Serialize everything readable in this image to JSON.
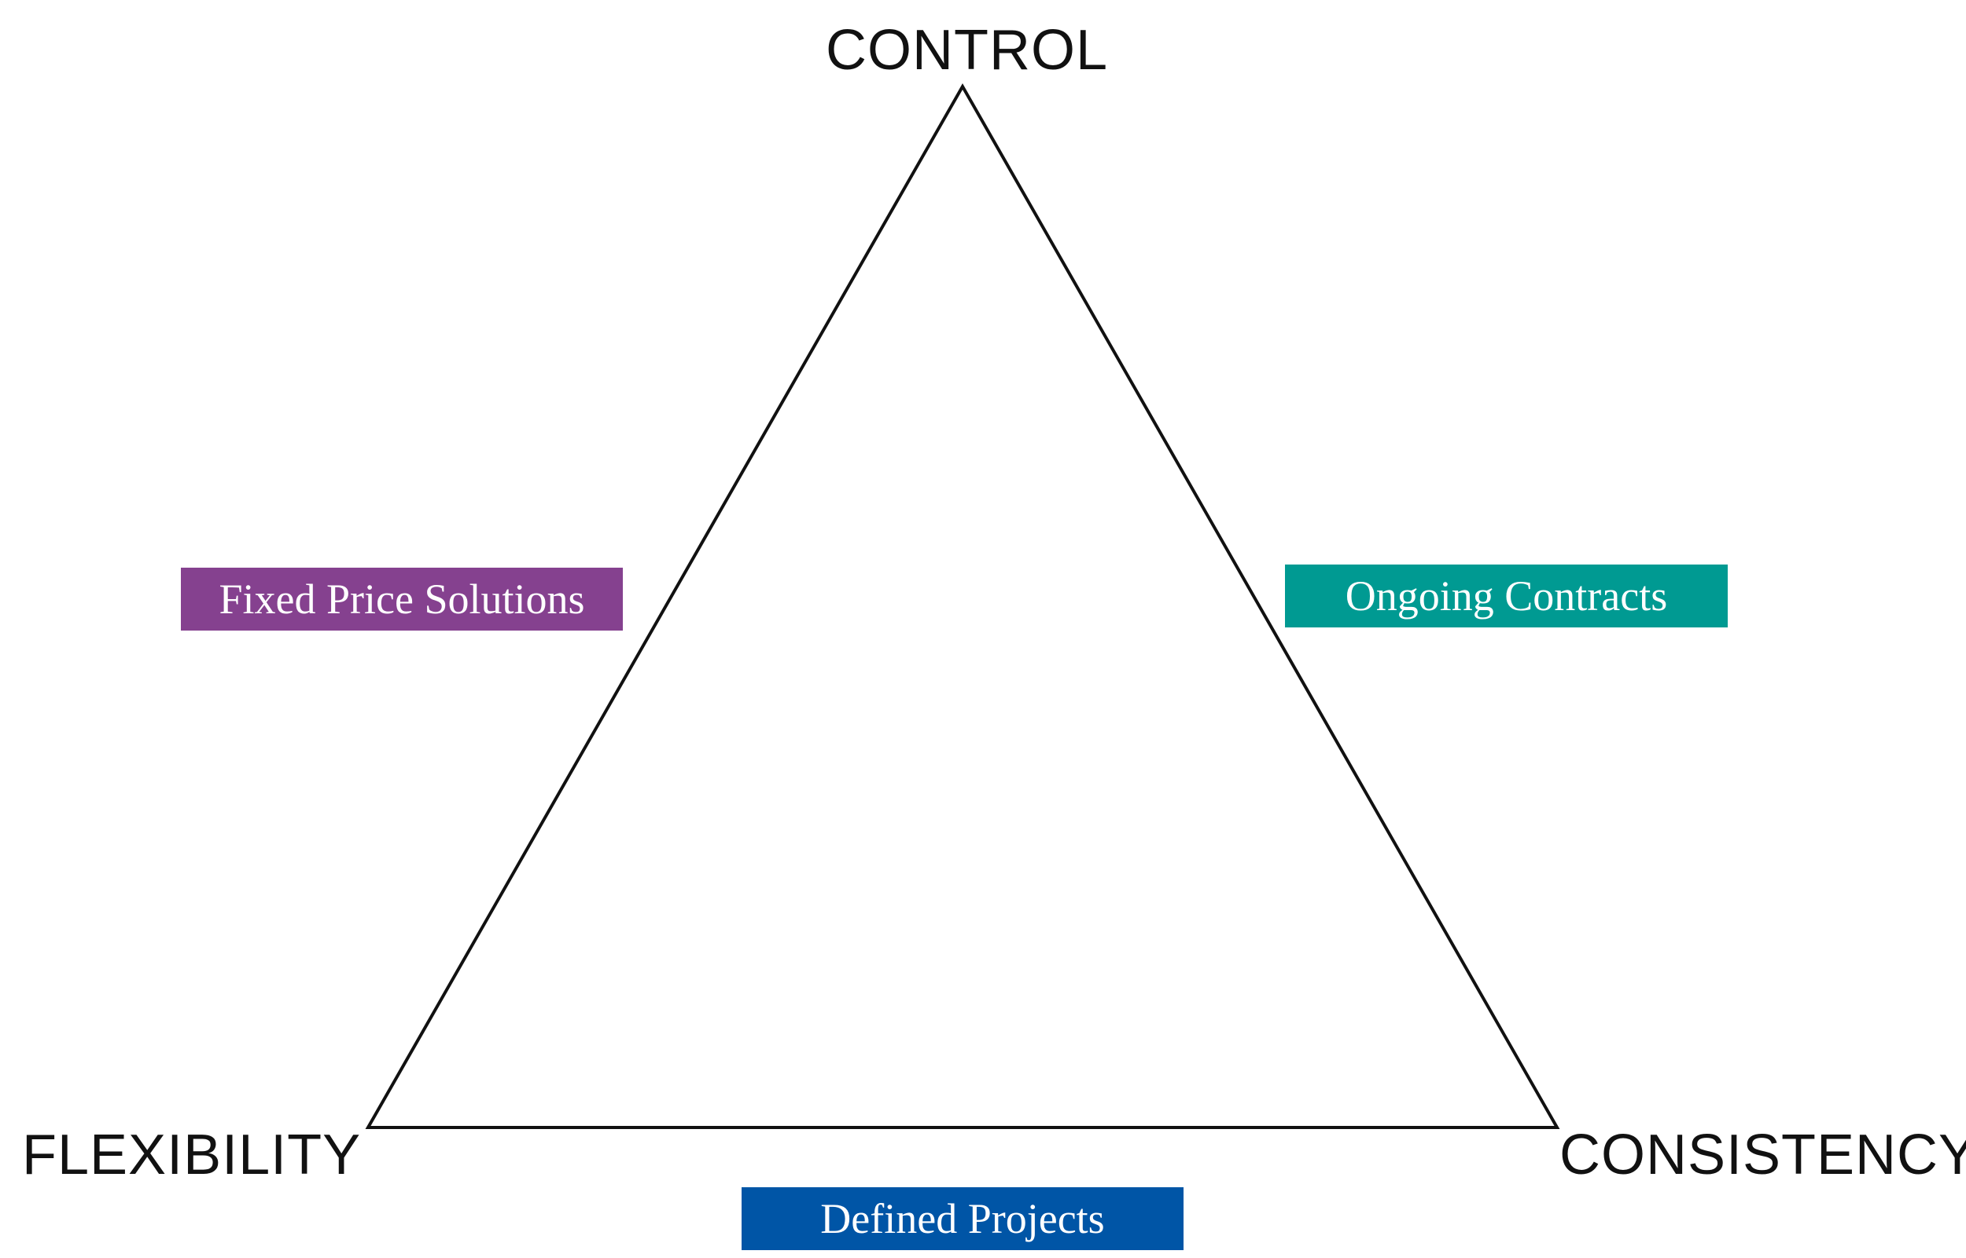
{
  "vertices": {
    "top": "CONTROL",
    "bottom_left": "FLEXIBILITY",
    "bottom_right": "CONSISTENCY"
  },
  "tags": {
    "fixed_price": {
      "label": "Fixed Price Solutions",
      "color": "#85418F"
    },
    "ongoing": {
      "label": "Ongoing Contracts",
      "color": "#009A92"
    },
    "defined": {
      "label": "Defined Projects",
      "color": "#0055A6"
    }
  },
  "triangle": {
    "stroke_color": "#111111"
  }
}
